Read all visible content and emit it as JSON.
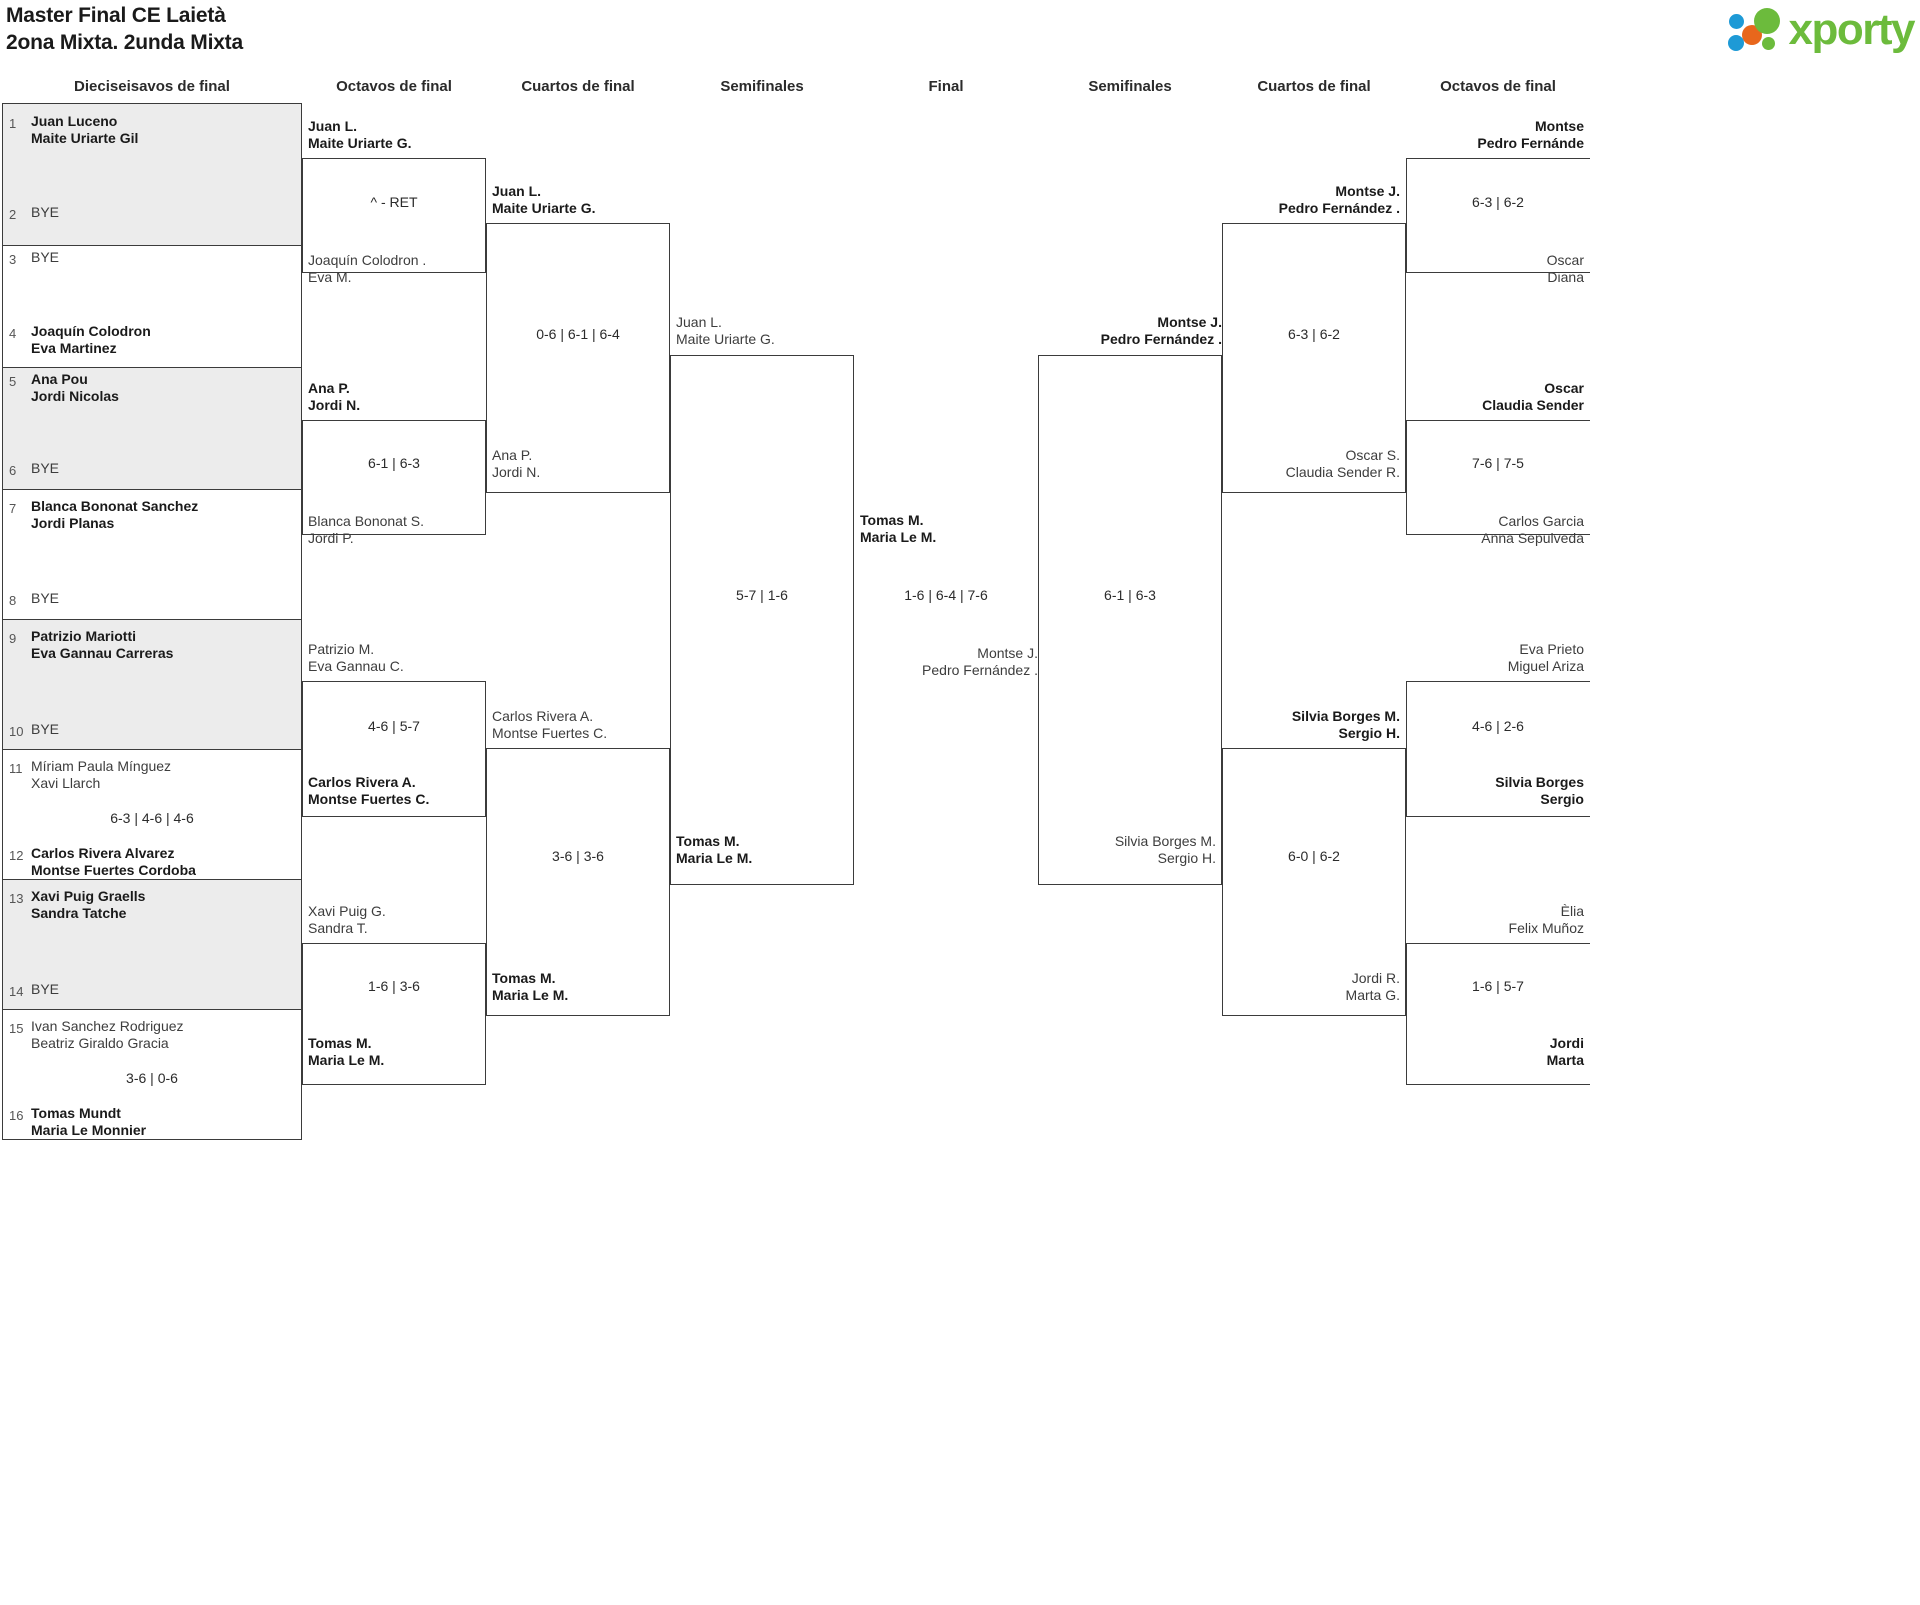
{
  "header": {
    "title_line1": "Master Final CE Laietà",
    "title_line2": "2ona Mixta. 2unda Mixta",
    "logo_text": "xporty",
    "logo_green": "#6cbb3c",
    "logo_blue": "#1e9ad6",
    "logo_orange": "#e8671c"
  },
  "rounds": {
    "r32_left": "Dieciseisavos de final",
    "r16_left": "Octavos de final",
    "qf_left": "Cuartos de final",
    "sf_left": "Semifinales",
    "final": "Final",
    "sf_right": "Semifinales",
    "qf_right": "Cuartos de final",
    "r16_right": "Octavos de final"
  },
  "seeds": [
    {
      "num": "1",
      "line1": "Juan Luceno",
      "line2": "Maite Uriarte Gil",
      "state": "win"
    },
    {
      "num": "2",
      "bye": "BYE"
    },
    {
      "num": "3",
      "bye": "BYE"
    },
    {
      "num": "4",
      "line1": "Joaquín Colodron",
      "line2": "Eva Martinez",
      "state": "win"
    },
    {
      "num": "5",
      "line1": "Ana Pou",
      "line2": "Jordi Nicolas",
      "state": "win"
    },
    {
      "num": "6",
      "bye": "BYE"
    },
    {
      "num": "7",
      "line1": "Blanca Bononat Sanchez",
      "line2": "Jordi Planas",
      "state": "win"
    },
    {
      "num": "8",
      "bye": "BYE"
    },
    {
      "num": "9",
      "line1": "Patrizio Mariotti",
      "line2": "Eva Gannau Carreras",
      "state": "win"
    },
    {
      "num": "10",
      "bye": "BYE"
    },
    {
      "num": "11",
      "line1": "Míriam Paula Mínguez",
      "line2": "Xavi Llarch",
      "state": "lose"
    },
    {
      "num": "12",
      "line1": "Carlos Rivera Alvarez",
      "line2": "Montse Fuertes Cordoba",
      "state": "win"
    },
    {
      "num": "13",
      "line1": "Xavi Puig Graells",
      "line2": "Sandra Tatche",
      "state": "win"
    },
    {
      "num": "14",
      "bye": "BYE"
    },
    {
      "num": "15",
      "line1": "Ivan Sanchez Rodriguez",
      "line2": "Beatriz Giraldo Gracia",
      "state": "lose"
    },
    {
      "num": "16",
      "line1": "Tomas Mundt",
      "line2": "Maria Le Monnier",
      "state": "win"
    }
  ],
  "seed_scores": {
    "m11_12": "6-3 | 4-6 | 4-6",
    "m15_16": "3-6 | 0-6"
  },
  "r16_left": [
    {
      "top_l1": "Juan L.",
      "top_l2": "Maite Uriarte G.",
      "top_state": "win",
      "bot_l1": "Joaquín Colodron .",
      "bot_l2": "Eva M.",
      "bot_state": "lose",
      "score": "^ - RET"
    },
    {
      "top_l1": "Ana P.",
      "top_l2": "Jordi N.",
      "top_state": "win",
      "bot_l1": "Blanca Bononat S.",
      "bot_l2": "Jordi P.",
      "bot_state": "lose",
      "score": "6-1 | 6-3"
    },
    {
      "top_l1": "Patrizio M.",
      "top_l2": "Eva Gannau C.",
      "top_state": "lose",
      "bot_l1": "Carlos Rivera A.",
      "bot_l2": "Montse Fuertes C.",
      "bot_state": "win",
      "score": "4-6 | 5-7"
    },
    {
      "top_l1": "Xavi Puig G.",
      "top_l2": "Sandra T.",
      "top_state": "lose",
      "bot_l1": "Tomas M.",
      "bot_l2": "Maria Le M.",
      "bot_state": "win",
      "score": "1-6 | 3-6"
    }
  ],
  "qf_left": [
    {
      "top_l1": "Juan L.",
      "top_l2": "Maite Uriarte G.",
      "top_state": "win",
      "bot_l1": "Ana P.",
      "bot_l2": "Jordi N.",
      "bot_state": "lose",
      "score": "0-6 | 6-1 | 6-4"
    },
    {
      "top_l1": "Carlos Rivera A.",
      "top_l2": "Montse Fuertes C.",
      "top_state": "lose",
      "bot_l1": "Tomas M.",
      "bot_l2": "Maria Le M.",
      "bot_state": "win",
      "score": "3-6 | 3-6"
    }
  ],
  "sf_left": {
    "top_l1": "Juan L.",
    "top_l2": "Maite Uriarte G.",
    "top_state": "lose",
    "bot_l1": "Tomas M.",
    "bot_l2": "Maria Le M.",
    "bot_state": "win",
    "score": "5-7 | 1-6"
  },
  "final": {
    "top_l1": "Tomas M.",
    "top_l2": "Maria Le M.",
    "top_state": "win",
    "bot_l1": "Montse J.",
    "bot_l2": "Pedro Fernández .",
    "bot_state": "lose",
    "score": "1-6 | 6-4 | 7-6"
  },
  "sf_right": {
    "top_l1": "Montse J.",
    "top_l2": "Pedro Fernández .",
    "top_state": "win",
    "bot_l1": "Silvia Borges M.",
    "bot_l2": "Sergio H.",
    "bot_state": "lose",
    "score": "6-1 | 6-3"
  },
  "qf_right": [
    {
      "top_l1": "Montse J.",
      "top_l2": "Pedro Fernández .",
      "top_state": "win",
      "bot_l1": "Oscar S.",
      "bot_l2": "Claudia Sender R.",
      "bot_state": "lose",
      "score": "6-3 | 6-2"
    },
    {
      "top_l1": "Silvia Borges M.",
      "top_l2": "Sergio H.",
      "top_state": "win",
      "bot_l1": "Jordi R.",
      "bot_l2": "Marta G.",
      "bot_state": "lose",
      "score": "6-0 | 6-2"
    }
  ],
  "r16_right": [
    {
      "top_l1": "Montse",
      "top_l2": "Pedro Fernánde",
      "top_state": "win",
      "bot_l1": "Oscar",
      "bot_l2": "Diana",
      "bot_state": "lose",
      "score": "6-3 | 6-2"
    },
    {
      "top_l1": "Oscar",
      "top_l2": "Claudia Sender",
      "top_state": "win",
      "bot_l1": "Carlos Garcia",
      "bot_l2": "Anna Sepulveda",
      "bot_state": "lose",
      "score": "7-6 | 7-5"
    },
    {
      "top_l1": "Eva Prieto",
      "top_l2": "Miguel Ariza",
      "top_state": "lose",
      "bot_l1": "Silvia Borges",
      "bot_l2": "Sergio",
      "bot_state": "win",
      "score": "4-6 | 2-6"
    },
    {
      "top_l1": "Èlia",
      "top_l2": "Felix Muñoz",
      "top_state": "lose",
      "bot_l1": "Jordi",
      "bot_l2": "Marta",
      "bot_state": "win",
      "score": "1-6 | 5-7"
    }
  ]
}
